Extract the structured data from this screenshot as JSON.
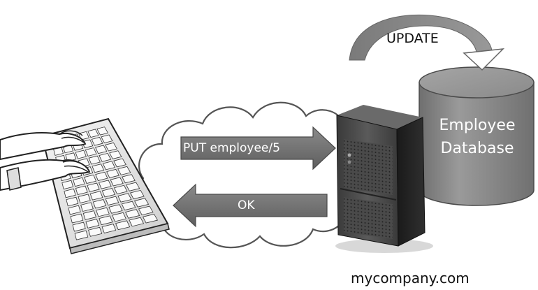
{
  "database": {
    "line1": "Employee",
    "line2": "Database",
    "operation_label": "UPDATE"
  },
  "request": {
    "label": "PUT employee/5"
  },
  "response": {
    "label": "OK"
  },
  "server": {
    "domain": "mycompany.com"
  },
  "colors": {
    "cylinder_body": "#8c8c8c",
    "arrow_fill": "#767676",
    "cloud_outline": "#555555",
    "server_body": "#2a2a2a"
  },
  "icons": [
    "keyboard-icon",
    "hands-icon",
    "cloud-icon",
    "server-icon",
    "database-icon",
    "curved-arrow-icon"
  ]
}
